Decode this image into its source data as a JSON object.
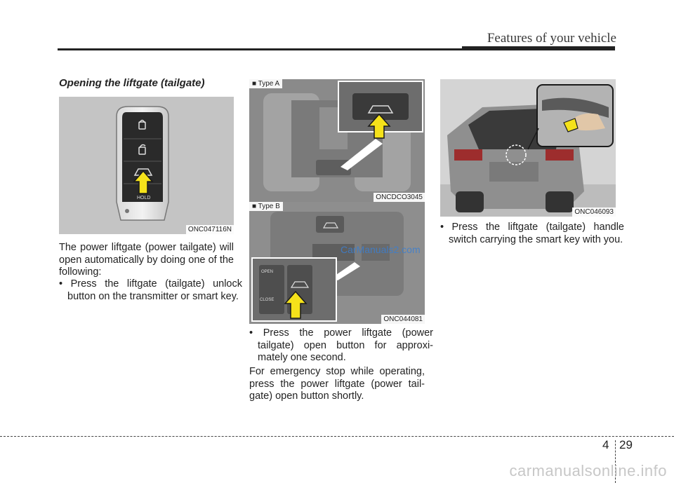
{
  "header": {
    "section_title": "Features of your vehicle"
  },
  "left_column": {
    "title": "Opening the liftgate (tailgate)",
    "figure_code": "ONC047116N",
    "key_hold_label": "HOLD",
    "intro": "The power liftgate (power tailgate) will open automatically by doing one of the following:",
    "bullet": "• Press the liftgate (tailgate) unlock button on the transmitter or smart key."
  },
  "middle_column": {
    "type_a_label": "■ Type A",
    "type_a_code": "ONCDCO3045",
    "type_b_label": "■ Type B",
    "type_b_code": "ONC044081",
    "open_label": "OPEN",
    "close_label": "CLOSE",
    "watermark": "CarManuals2.com",
    "bullet": "• Press the power liftgate (power tailgate) open button for approxi- mately one second.",
    "note": "For emergency stop while operating, press the power liftgate (power tail- gate) open button shortly."
  },
  "right_column": {
    "figure_code": "ONC046093",
    "bullet": "• Press the liftgate (tailgate) handle switch carrying the smart key with you."
  },
  "footer": {
    "chapter": "4",
    "page": "29",
    "site_watermark": "carmanualsonline.info"
  },
  "colors": {
    "arrow_yellow": "#f5e21a",
    "arrow_outline": "#1a1a1a",
    "photo_gray": "#9a9a9a"
  }
}
